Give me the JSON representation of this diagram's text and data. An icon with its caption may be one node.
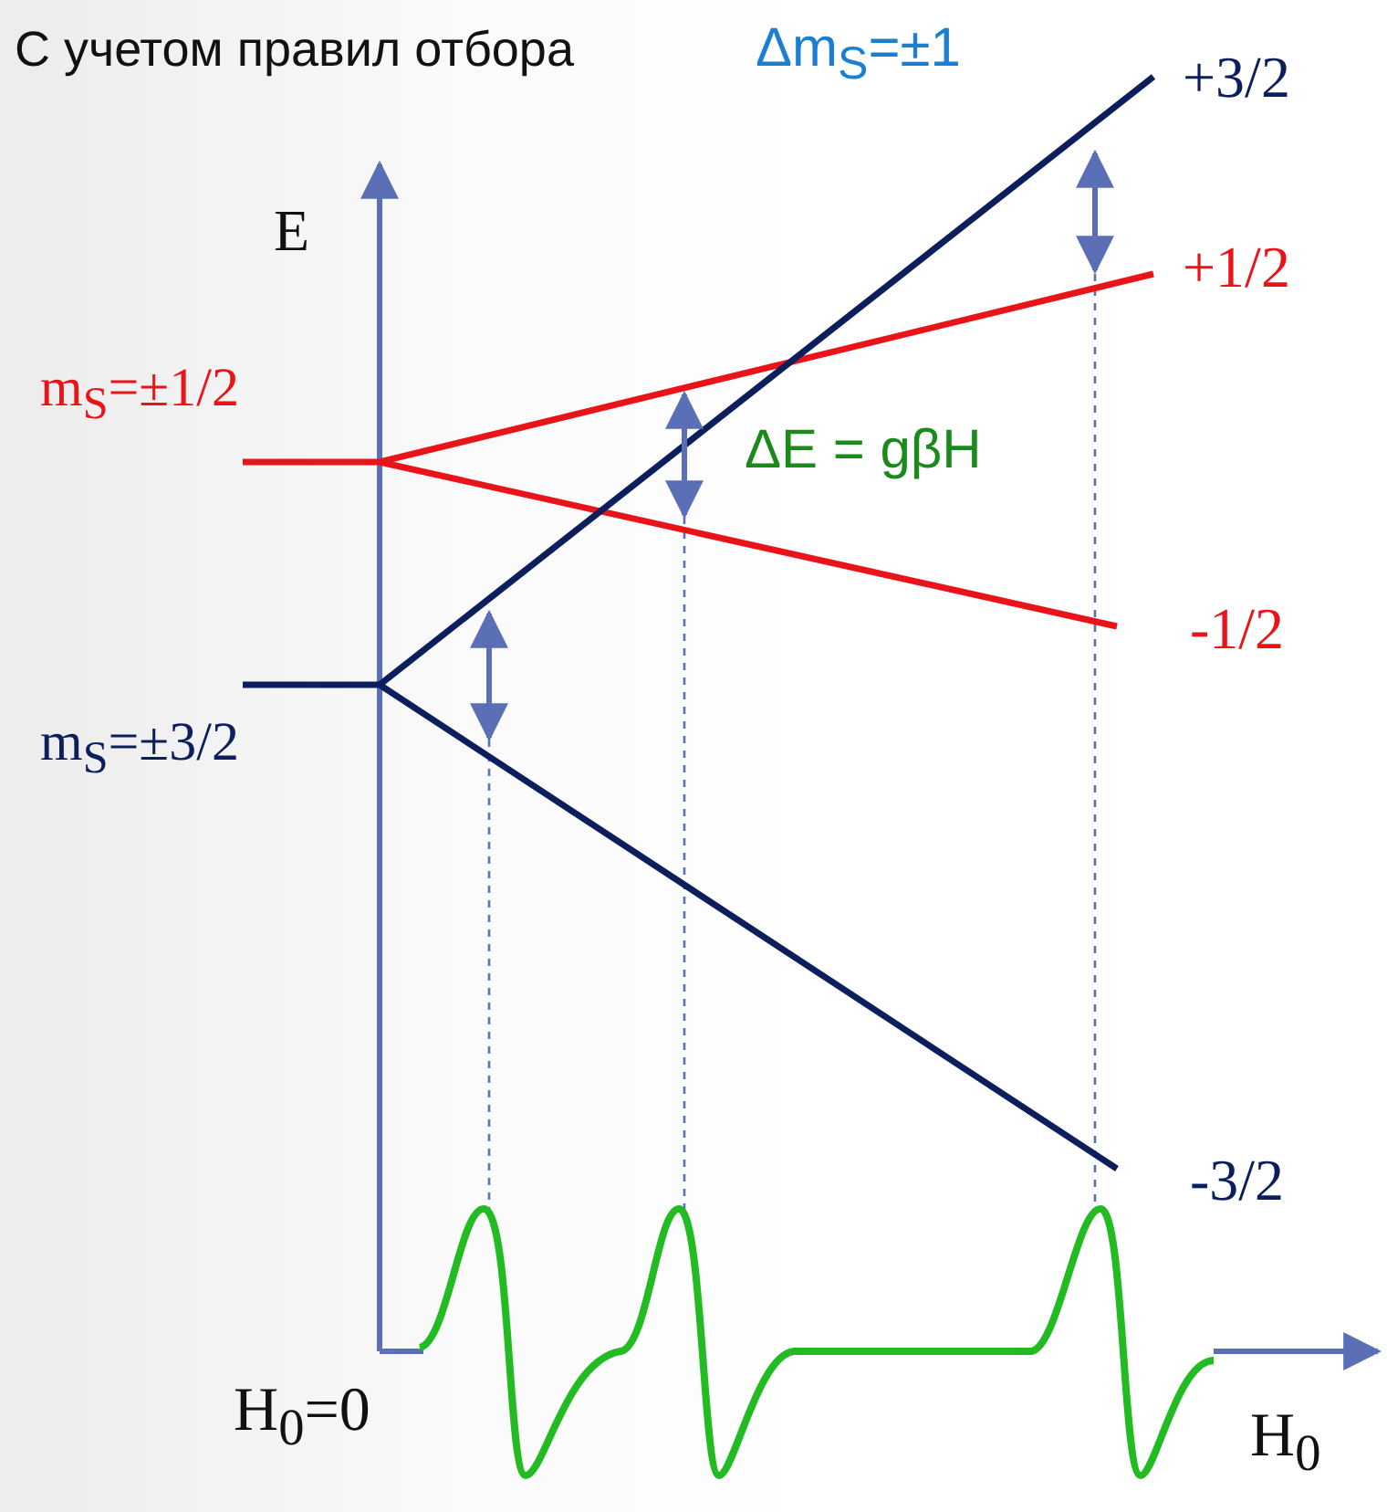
{
  "diagram": {
    "labels": [
      "С учетом правил отбора",
      "Δm$_{S}$=±1",
      "E",
      "m$_{S}$=±1/2",
      "m$_{S}$=±3/2",
      "+3/2",
      "+1/2",
      "-1/2",
      "-3/2",
      "ΔE = gβH",
      "H$_{0}$=0",
      "H$_{0}$"
    ]
  }
}
